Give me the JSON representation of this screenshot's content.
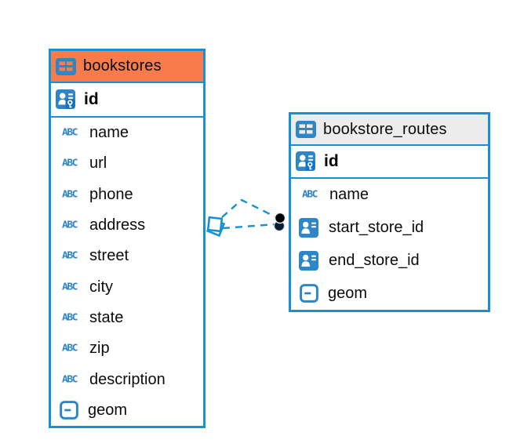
{
  "diagram": {
    "type": "entity-relationship-diagram",
    "colors": {
      "background": "#FFFFFF",
      "table_border_blue": "#1791D2",
      "icon_blue": "#2F86C7",
      "key_badge_blue": "#1272C4",
      "bookstores_header": "#F87B4C",
      "routes_header": "#ECECEC",
      "relation_line": "#1791D2",
      "relation_dot": "#000000",
      "text": "#0B0B0B"
    },
    "tables": [
      {
        "title": "bookstores",
        "header_icon": "table-icon",
        "primary_key": {
          "label": "id",
          "icon": "primary-key-icon"
        },
        "columns": [
          {
            "label": "name",
            "type": "text"
          },
          {
            "label": "url",
            "type": "text"
          },
          {
            "label": "phone",
            "type": "text"
          },
          {
            "label": "address",
            "type": "text"
          },
          {
            "label": "street",
            "type": "text"
          },
          {
            "label": "city",
            "type": "text"
          },
          {
            "label": "state",
            "type": "text"
          },
          {
            "label": "zip",
            "type": "text"
          },
          {
            "label": "description",
            "type": "text"
          },
          {
            "label": "geom",
            "type": "object"
          }
        ]
      },
      {
        "title": "bookstore_routes",
        "header_icon": "table-icon",
        "primary_key": {
          "label": "id",
          "icon": "primary-key-icon"
        },
        "columns": [
          {
            "label": "name",
            "type": "text"
          },
          {
            "label": "start_store_id",
            "type": "reference"
          },
          {
            "label": "end_store_id",
            "type": "reference"
          },
          {
            "label": "geom",
            "type": "object"
          }
        ]
      }
    ],
    "relations": [
      {
        "from": "bookstore_routes",
        "to": "bookstores",
        "line_style": "dashed",
        "source_marker": "diamond",
        "target_marker": "black-dot"
      },
      {
        "from": "bookstore_routes",
        "to": "bookstores",
        "line_style": "dashed",
        "source_marker": "diamond",
        "target_marker": "black-dot"
      }
    ]
  }
}
